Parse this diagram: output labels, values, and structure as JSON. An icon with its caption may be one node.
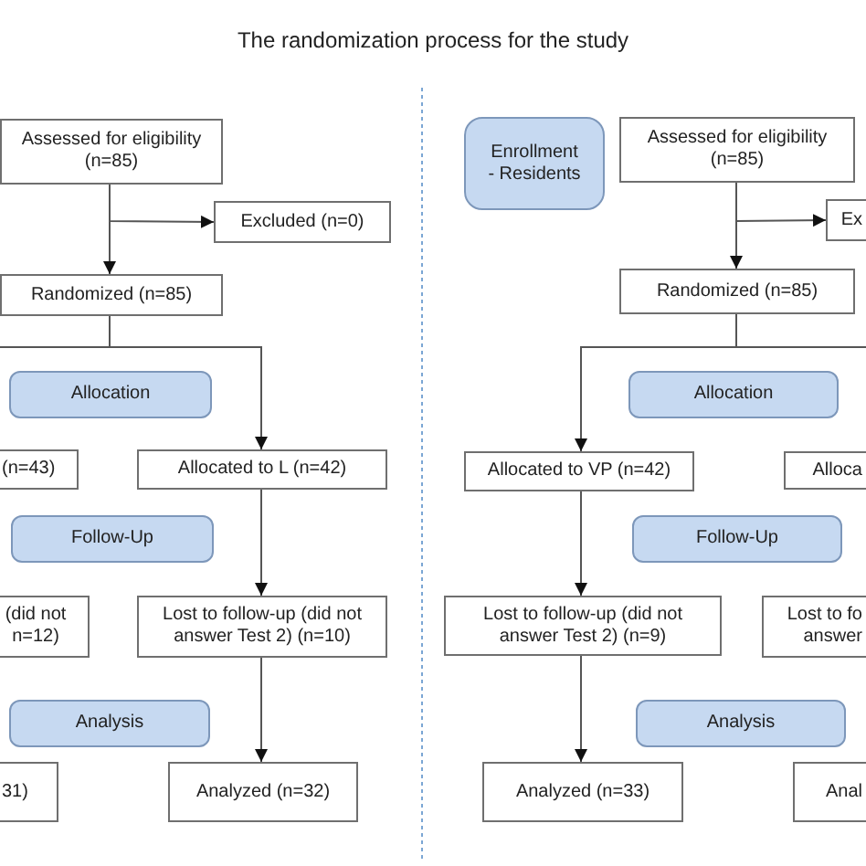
{
  "diagram": {
    "title": "The randomization process for the study",
    "nodes": [
      {
        "text": [
          "Assessed for eligibility (n=85)"
        ]
      },
      {
        "text": [
          "Excluded (n=0)"
        ]
      },
      {
        "text": [
          "Randomized (n=85)"
        ]
      },
      {
        "text": [
          "Allocation"
        ]
      },
      {
        "text": [
          "(n=43)"
        ]
      },
      {
        "text": [
          "Allocated to L (n=42)"
        ]
      },
      {
        "text": [
          "Follow-Up"
        ]
      },
      {
        "text": [
          "(did not n=12)"
        ]
      },
      {
        "text": [
          "Lost to follow-up (did not answer Test 2) (n=10)"
        ]
      },
      {
        "text": [
          "Analysis"
        ]
      },
      {
        "text": [
          "31)"
        ]
      },
      {
        "text": [
          "Analyzed (n=32)"
        ]
      },
      {
        "text": [
          "Enrollment - Residents"
        ]
      },
      {
        "text": [
          "Assessed for eligibility (n=85)"
        ]
      },
      {
        "text": [
          "Ex"
        ]
      },
      {
        "text": [
          "Randomized (n=85)"
        ]
      },
      {
        "text": [
          "Allocation"
        ]
      },
      {
        "text": [
          "Allocated to VP (n=42)"
        ]
      },
      {
        "text": [
          "Alloca"
        ]
      },
      {
        "text": [
          "Follow-Up"
        ]
      },
      {
        "text": [
          "Lost to follow-up (did not answer Test 2) (n=9)"
        ]
      },
      {
        "text": [
          "Lost to fo answer"
        ]
      },
      {
        "text": [
          "Analysis"
        ]
      },
      {
        "text": [
          "Analyzed (n=33)"
        ]
      },
      {
        "text": [
          "Anal"
        ]
      }
    ],
    "edges": [
      {
        "from": 0,
        "to": 2,
        "arrow": "to"
      },
      {
        "from": 0,
        "to": 1,
        "arrow": "to"
      },
      {
        "from": 2,
        "to": 5,
        "arrow": "to"
      },
      {
        "from": 2,
        "to": null,
        "arrow": "none"
      },
      {
        "from": 5,
        "to": 8,
        "arrow": "to"
      },
      {
        "from": 8,
        "to": 11,
        "arrow": "to"
      },
      {
        "from": 13,
        "to": 15,
        "arrow": "to"
      },
      {
        "from": 13,
        "to": 14,
        "arrow": "to"
      },
      {
        "from": 15,
        "to": 17,
        "arrow": "to"
      },
      {
        "from": 15,
        "to": null,
        "arrow": "none"
      },
      {
        "from": 17,
        "to": 20,
        "arrow": "to"
      },
      {
        "from": 20,
        "to": 23,
        "arrow": "to"
      }
    ]
  }
}
